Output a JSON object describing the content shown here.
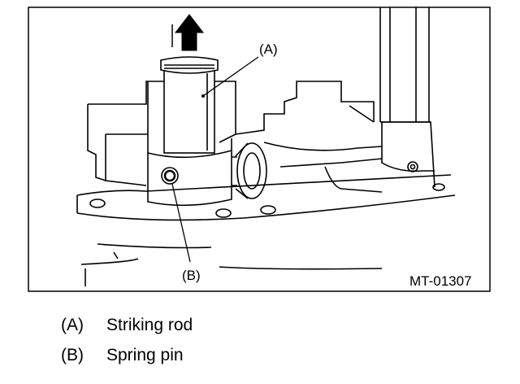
{
  "callouts": {
    "a": "(A)",
    "b": "(B)"
  },
  "figure_code": "MT-01307",
  "legend": [
    {
      "key": "(A)",
      "text": "Striking rod"
    },
    {
      "key": "(B)",
      "text": "Spring pin"
    }
  ]
}
